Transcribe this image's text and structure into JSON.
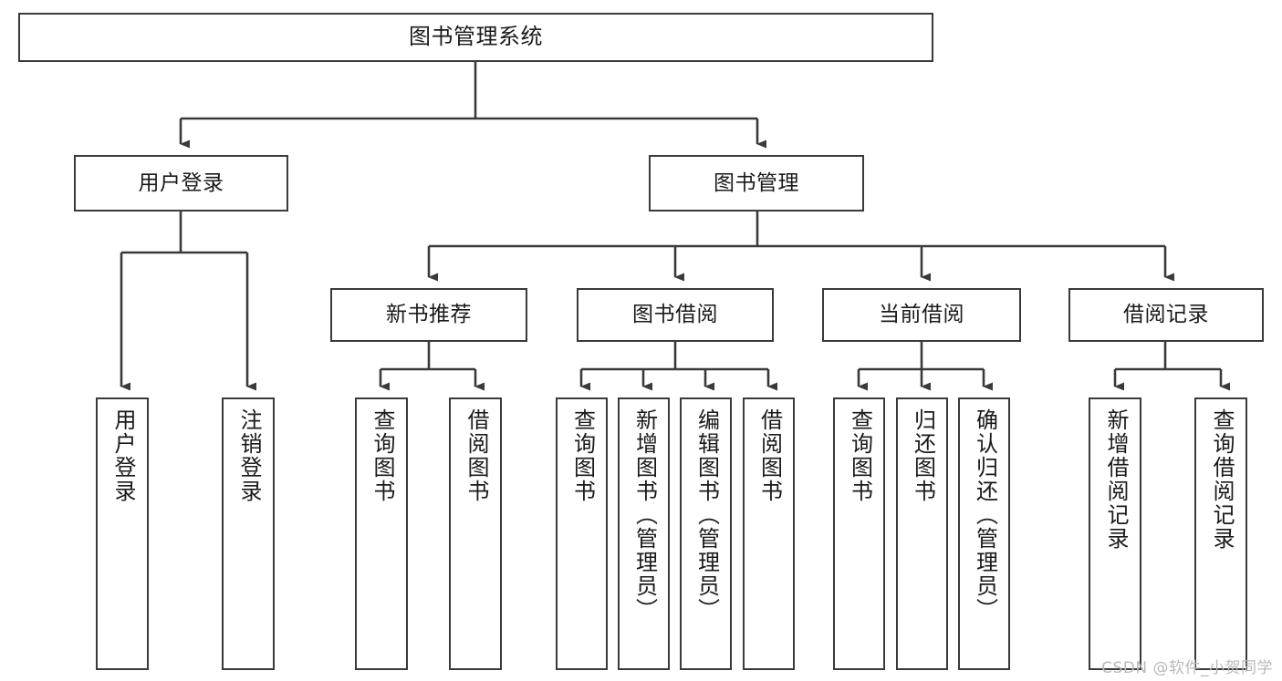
{
  "diagram": {
    "title": "图书管理系统",
    "type": "tree-hierarchy-diagram",
    "watermark": "CSDN @软件_小贺同学",
    "colors": {
      "box_border": "#3a3a3a",
      "box_fill": "#ffffff",
      "connector": "#3a3a3a",
      "text": "#1a1a1a",
      "watermark": "#b9b9b9",
      "background": "#ffffff"
    },
    "root": {
      "label": "图书管理系统"
    },
    "level2": [
      {
        "label": "用户登录"
      },
      {
        "label": "图书管理"
      }
    ],
    "level3": [
      {
        "label": "新书推荐"
      },
      {
        "label": "图书借阅"
      },
      {
        "label": "当前借阅"
      },
      {
        "label": "借阅记录"
      }
    ],
    "leaves": {
      "user_login": [
        {
          "label": "用户登录"
        },
        {
          "label": "注销登录"
        }
      ],
      "new_book_recommend": [
        {
          "label": "查询图书"
        },
        {
          "label": "借阅图书"
        }
      ],
      "book_borrow": [
        {
          "label": "查询图书"
        },
        {
          "label": "新增图书（管理员）"
        },
        {
          "label": "编辑图书（管理员）"
        },
        {
          "label": "借阅图书"
        }
      ],
      "current_borrow": [
        {
          "label": "查询图书"
        },
        {
          "label": "归还图书"
        },
        {
          "label": "确认归还（管理员）"
        }
      ],
      "borrow_record": [
        {
          "label": "新增借阅记录"
        },
        {
          "label": "查询借阅记录"
        }
      ]
    }
  }
}
